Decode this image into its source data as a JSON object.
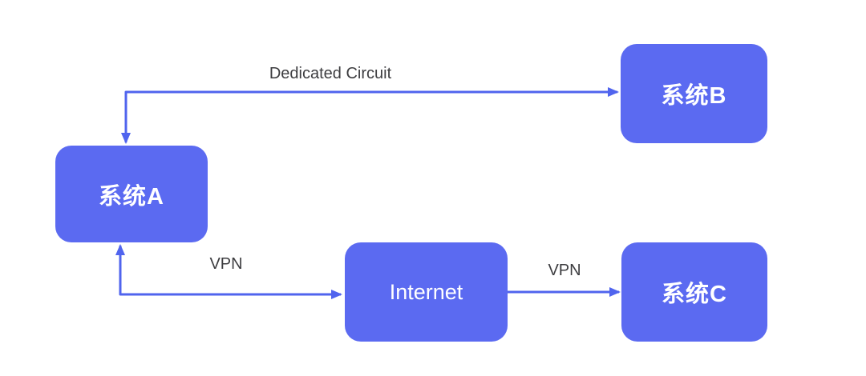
{
  "diagram": {
    "title": "system-connectivity-diagram",
    "colors": {
      "node_fill": "#5b6af1",
      "node_text": "#ffffff",
      "line": "#5064ee",
      "edge_label_text": "#3d3d40",
      "background": "#ffffff"
    },
    "nodes": [
      {
        "id": "system-a",
        "label": "系统A"
      },
      {
        "id": "system-b",
        "label": "系统B"
      },
      {
        "id": "internet",
        "label": "Internet"
      },
      {
        "id": "system-c",
        "label": "系统C"
      }
    ],
    "edges": [
      {
        "id": "dedicated-circuit",
        "label": "Dedicated Circuit",
        "from": "system-a",
        "to": "system-b",
        "bidirectional": true
      },
      {
        "id": "vpn-a-internet",
        "label": "VPN",
        "from": "system-a",
        "to": "internet",
        "bidirectional": true
      },
      {
        "id": "vpn-internet-c",
        "label": "VPN",
        "from": "internet",
        "to": "system-c",
        "bidirectional": false
      }
    ]
  }
}
